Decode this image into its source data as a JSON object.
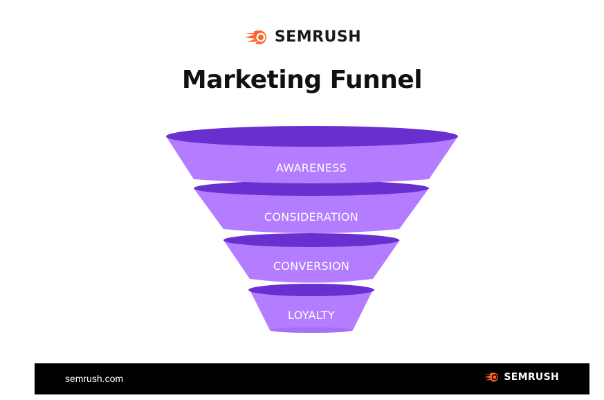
{
  "header": {
    "brand": "SEMRUSH",
    "title": "Marketing Funnel"
  },
  "funnel": {
    "stages": [
      {
        "label": "AWARENESS"
      },
      {
        "label": "CONSIDERATION"
      },
      {
        "label": "CONVERSION"
      },
      {
        "label": "LOYALTY"
      }
    ],
    "colors": {
      "body": "#b47cff",
      "rim": "#6a2fcf",
      "rim_dark": "#5b25c2",
      "text": "#ffffff"
    }
  },
  "footer": {
    "url": "semrush.com",
    "brand": "SEMRUSH"
  },
  "brand_colors": {
    "accent": "#ff642d",
    "footer_bg": "#000000"
  },
  "icons": [
    "semrush-fireball-icon"
  ]
}
